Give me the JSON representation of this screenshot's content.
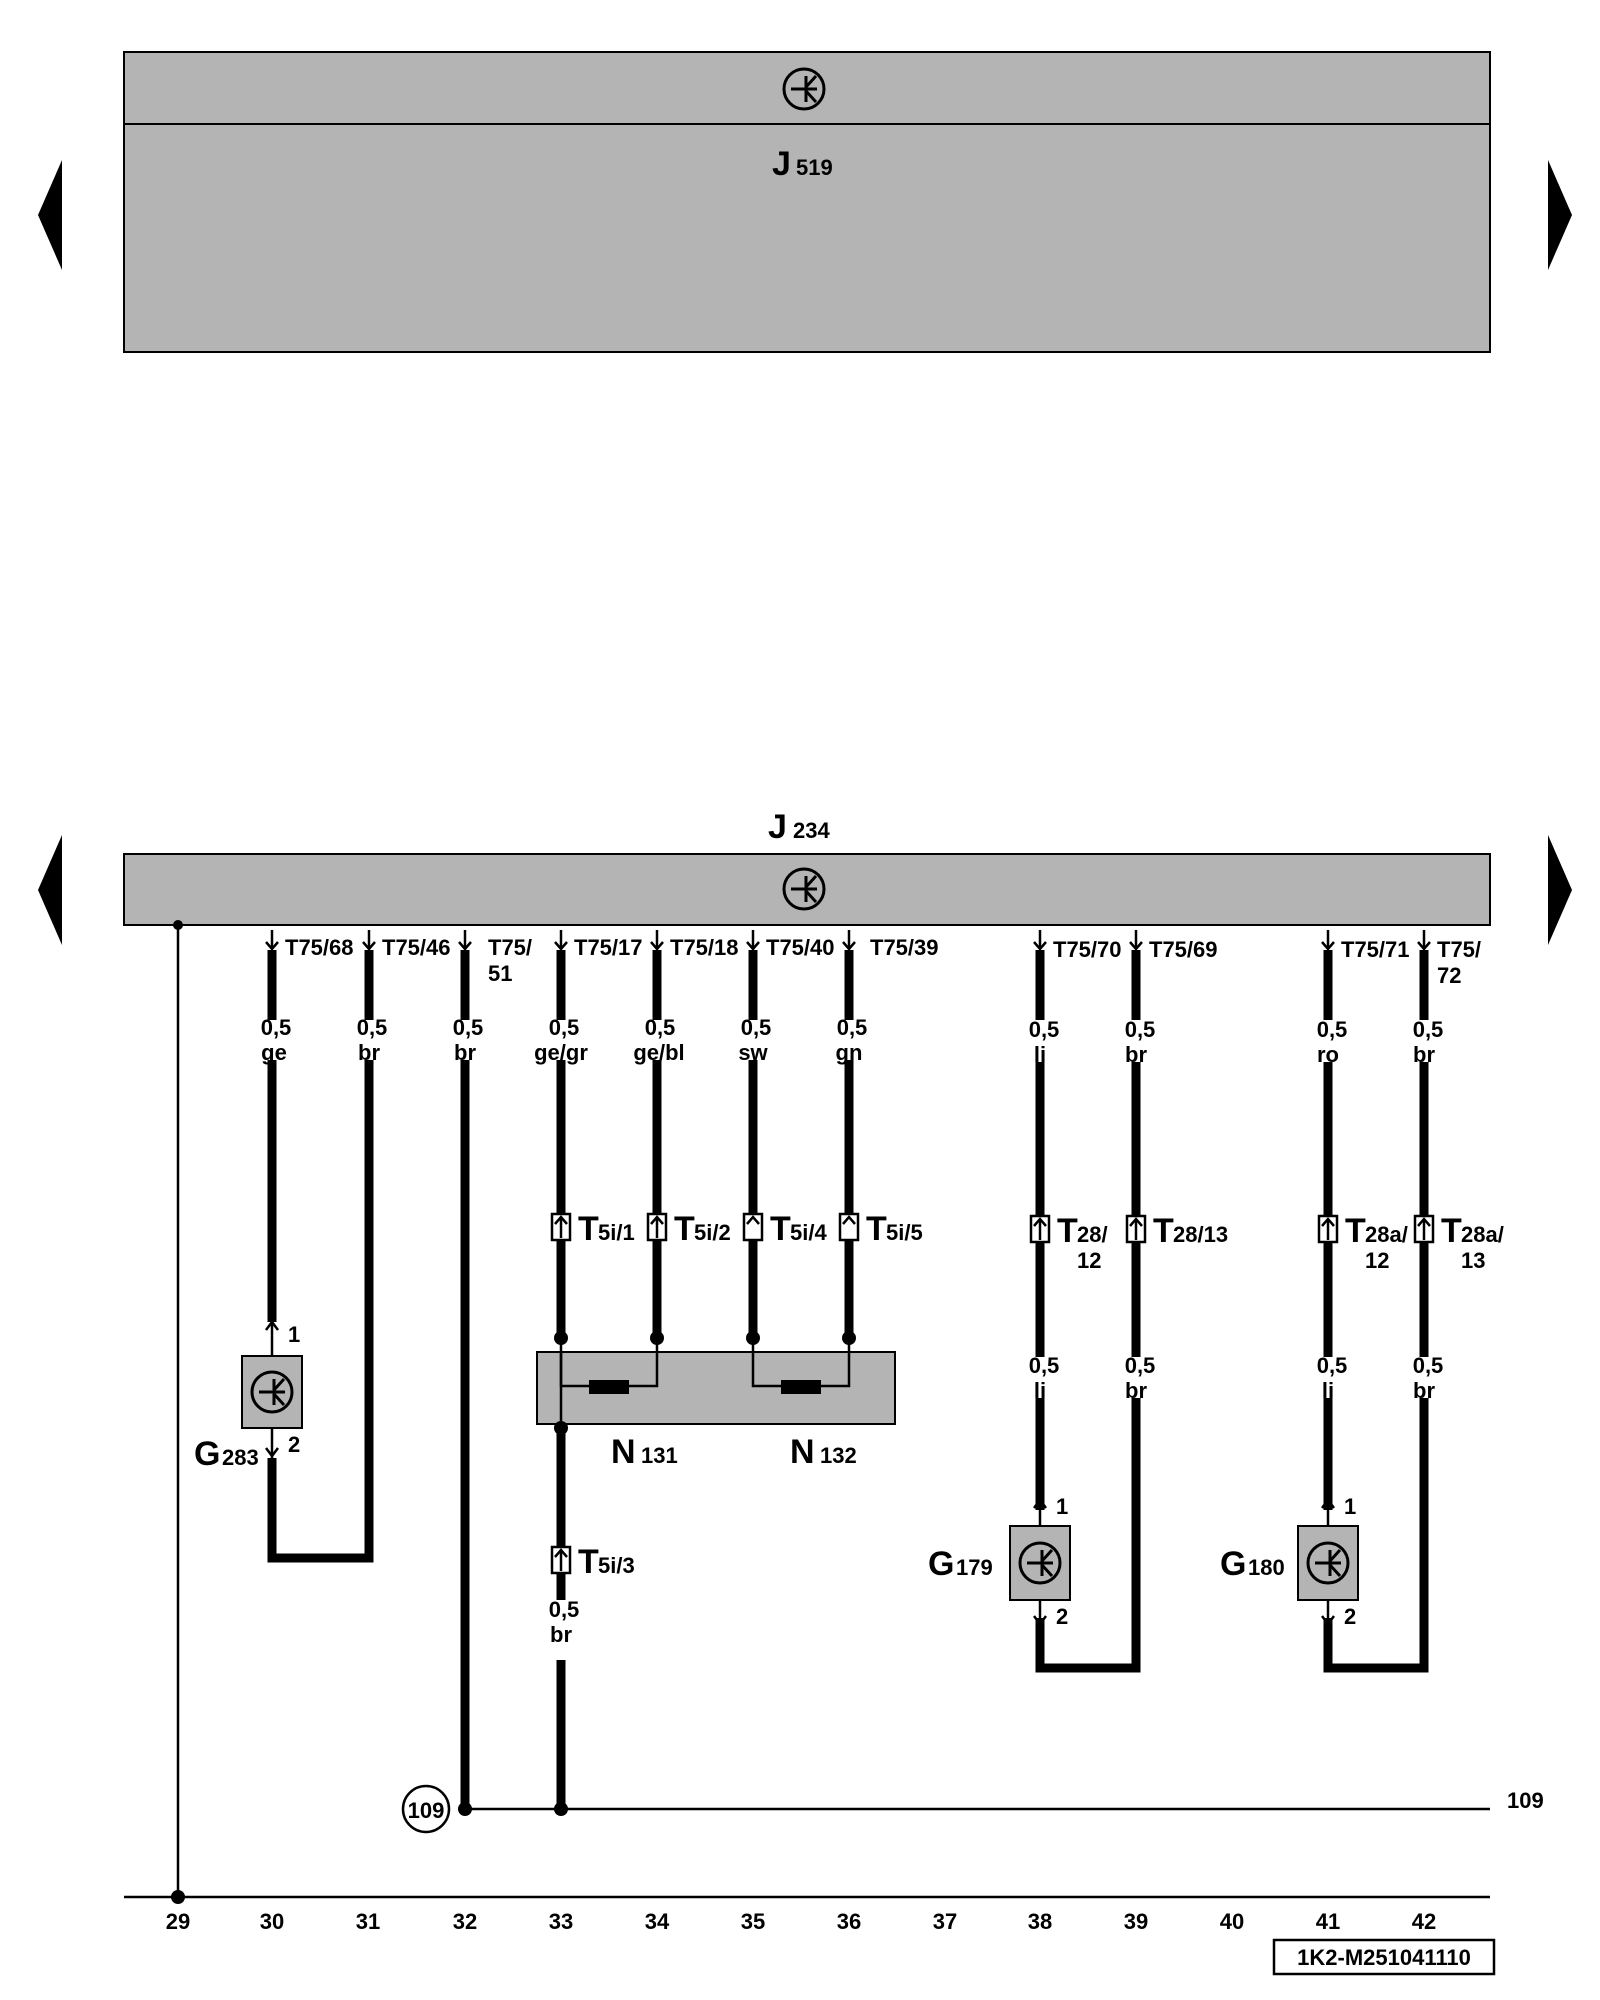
{
  "modules": {
    "top": {
      "label": "J",
      "sub": "519"
    },
    "bottom": {
      "label": "J",
      "sub": "234"
    }
  },
  "pins": [
    {
      "id": "p68",
      "text": "T75/68"
    },
    {
      "id": "p46",
      "text": "T75/46"
    },
    {
      "id": "p51a",
      "text": "T75/"
    },
    {
      "id": "p51b",
      "text": "51"
    },
    {
      "id": "p17",
      "text": "T75/17"
    },
    {
      "id": "p18",
      "text": "T75/18"
    },
    {
      "id": "p40",
      "text": "T75/40"
    },
    {
      "id": "p39",
      "text": "T75/39"
    },
    {
      "id": "p70",
      "text": "T75/70"
    },
    {
      "id": "p69",
      "text": "T75/69"
    },
    {
      "id": "p71",
      "text": "T75/71"
    },
    {
      "id": "p72a",
      "text": "T75/"
    },
    {
      "id": "p72b",
      "text": "72"
    }
  ],
  "wires": [
    {
      "id": "w30",
      "size": "0,5",
      "color": "ge"
    },
    {
      "id": "w31",
      "size": "0,5",
      "color": "br"
    },
    {
      "id": "w32",
      "size": "0,5",
      "color": "br"
    },
    {
      "id": "w33",
      "size": "0,5",
      "color": "ge/gr"
    },
    {
      "id": "w34",
      "size": "0,5",
      "color": "ge/bl"
    },
    {
      "id": "w35",
      "size": "0,5",
      "color": "sw"
    },
    {
      "id": "w36",
      "size": "0,5",
      "color": "gn"
    },
    {
      "id": "w38",
      "size": "0,5",
      "color": "li"
    },
    {
      "id": "w39",
      "size": "0,5",
      "color": "br"
    },
    {
      "id": "w41",
      "size": "0,5",
      "color": "ro"
    },
    {
      "id": "w42",
      "size": "0,5",
      "color": "br"
    },
    {
      "id": "w38b",
      "size": "0,5",
      "color": "li"
    },
    {
      "id": "w39b",
      "size": "0,5",
      "color": "br"
    },
    {
      "id": "w41b",
      "size": "0,5",
      "color": "li"
    },
    {
      "id": "w42b",
      "size": "0,5",
      "color": "br"
    },
    {
      "id": "w33b",
      "size": "0,5",
      "color": "br"
    }
  ],
  "connectors": [
    {
      "id": "c1",
      "label": "T",
      "sub": "5i/1"
    },
    {
      "id": "c2",
      "label": "T",
      "sub": "5i/2"
    },
    {
      "id": "c4",
      "label": "T",
      "sub": "5i/4"
    },
    {
      "id": "c5",
      "label": "T",
      "sub": "5i/5"
    },
    {
      "id": "c28_12",
      "label": "T",
      "sub": "28/",
      "sub2": "12"
    },
    {
      "id": "c28_13",
      "label": "T",
      "sub": "28/13"
    },
    {
      "id": "c28a_12",
      "label": "T",
      "sub": "28a/",
      "sub2": "12"
    },
    {
      "id": "c28a_13",
      "label": "T",
      "sub": "28a/",
      "sub2": "13"
    },
    {
      "id": "c3",
      "label": "T",
      "sub": "5i/3"
    }
  ],
  "components": [
    {
      "id": "g283",
      "label": "G",
      "sub": "283",
      "pin_top": "1",
      "pin_bottom": "2"
    },
    {
      "id": "g179",
      "label": "G",
      "sub": "179",
      "pin_top": "1",
      "pin_bottom": "2"
    },
    {
      "id": "g180",
      "label": "G",
      "sub": "180",
      "pin_top": "1",
      "pin_bottom": "2"
    },
    {
      "id": "n131",
      "label": "N",
      "sub": "131"
    },
    {
      "id": "n132",
      "label": "N",
      "sub": "132"
    }
  ],
  "ground": {
    "circle_label": "109",
    "right_label": "109"
  },
  "columns": [
    "29",
    "30",
    "31",
    "32",
    "33",
    "34",
    "35",
    "36",
    "37",
    "38",
    "39",
    "40",
    "41",
    "42"
  ],
  "footer_code": "1K2-M251041110"
}
